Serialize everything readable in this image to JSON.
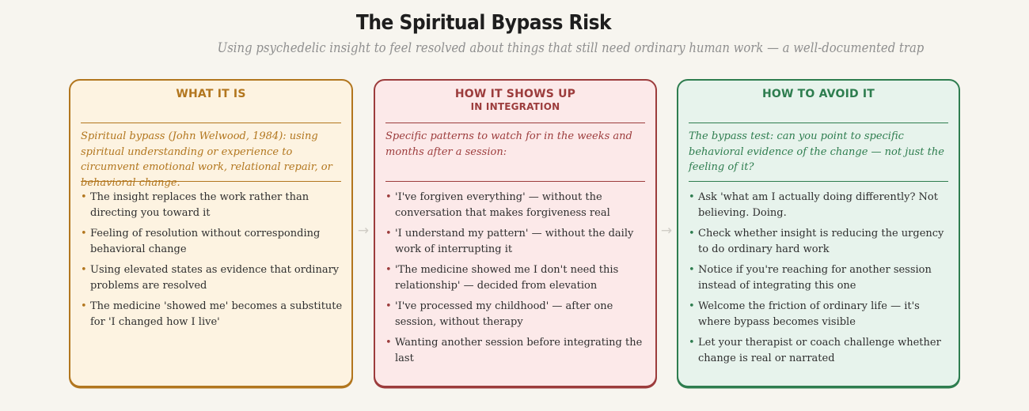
{
  "page": {
    "title": "The Spiritual Bypass Risk",
    "subtitle": "Using psychedelic insight to feel resolved about things that still need ordinary human work — a well-documented trap",
    "background": "#f7f5ef"
  },
  "icons": {
    "arrow_right_glyph": "→",
    "bullet_glyph": "•"
  },
  "panels": [
    {
      "name": "what-it-is",
      "header": "WHAT IT IS",
      "description": "Spiritual bypass (John Welwood, 1984): using spiritual understanding or experience to circumvent emotional work, relational repair, or behavioral change.",
      "accent": "#b2761e",
      "bg": "#fdf3e1",
      "bullets": [
        "The insight replaces the work rather than directing you toward it",
        "Feeling of resolution without corresponding behavioral change",
        "Using elevated states as evidence that ordinary problems are resolved",
        "The medicine 'showed me' becomes a substitute for 'I changed how I live'"
      ]
    },
    {
      "name": "how-it-shows-up",
      "header": "HOW IT SHOWS UP",
      "header_line2": "IN INTEGRATION",
      "description": "Specific patterns to watch for in the weeks and months after a session:",
      "accent": "#9c3c3c",
      "bg": "#fce9e9",
      "bullets": [
        "'I've forgiven everything' — without the conversation that makes forgiveness real",
        "'I understand my pattern' — without the daily work of interrupting it",
        "'The medicine showed me I don't need this relationship' — decided from elevation",
        "'I've processed my childhood' — after one session, without therapy",
        "Wanting another session before integrating the last"
      ]
    },
    {
      "name": "how-to-avoid-it",
      "header": "HOW TO AVOID IT",
      "description": "The bypass test: can you point to specific behavioral evidence of the change — not just the feeling of it?",
      "accent": "#2e7d4f",
      "bg": "#e7f3ec",
      "bullets": [
        "Ask 'what am I actually doing differently? Not believing. Doing.",
        "Check whether insight is reducing the urgency to do ordinary hard work",
        "Notice if you're reaching for another session instead of integrating this one",
        "Welcome the friction of ordinary life — it's where bypass becomes visible",
        "Let your therapist or coach challenge whether change is real or narrated"
      ]
    }
  ]
}
